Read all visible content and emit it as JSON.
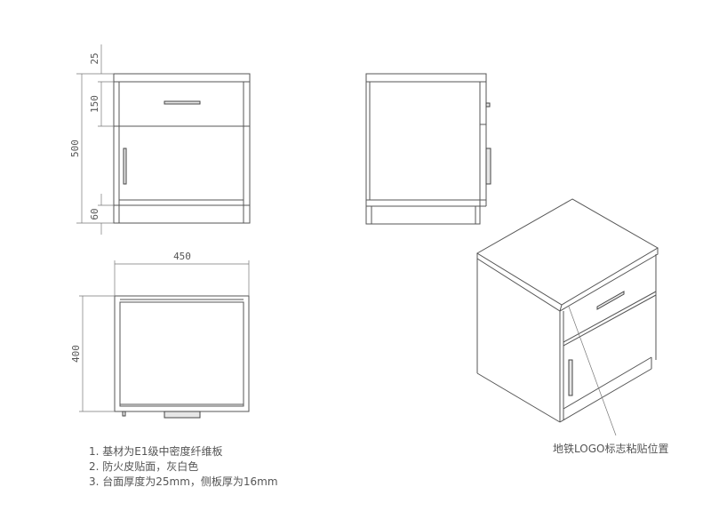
{
  "dimensions": {
    "top_thickness": "25",
    "drawer_height": "150",
    "total_height": "500",
    "plinth_height": "60",
    "width": "450",
    "depth": "400"
  },
  "notes": [
    "1. 基材为E1级中密度纤维板",
    "2. 防火皮贴面，灰白色",
    "3. 台面厚度为25mm，侧板厚为16mm"
  ],
  "callout": "地铁LOGO标志粘贴位置"
}
